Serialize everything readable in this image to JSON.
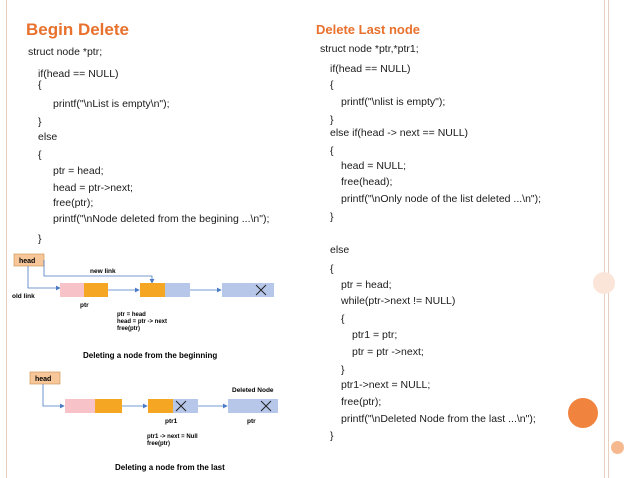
{
  "left": {
    "title": "Begin Delete",
    "code": [
      {
        "text": "struct node *ptr;",
        "indent": 0
      },
      {
        "text": "if(head == NULL)",
        "indent": 1
      },
      {
        "text": "{",
        "indent": 1
      },
      {
        "text": "printf(\"\\nList is empty\\n\");",
        "indent": 2
      },
      {
        "text": "}",
        "indent": 1
      },
      {
        "text": "else",
        "indent": 1
      },
      {
        "text": "{",
        "indent": 1
      },
      {
        "text": "ptr = head;",
        "indent": 2
      },
      {
        "text": "head = ptr->next;",
        "indent": 2
      },
      {
        "text": "free(ptr);",
        "indent": 2
      },
      {
        "text": "printf(\"\\nNode deleted from the begining ...\\n\");",
        "indent": 2
      },
      {
        "text": "}",
        "indent": 1
      }
    ]
  },
  "right": {
    "title": "Delete Last node",
    "code": [
      {
        "text": "struct node *ptr,*ptr1;",
        "indent": 0
      },
      {
        "text": "if(head == NULL)",
        "indent": 1
      },
      {
        "text": "{",
        "indent": 1
      },
      {
        "text": "printf(\"\\nlist is empty\");",
        "indent": 2
      },
      {
        "text": "}",
        "indent": 1
      },
      {
        "text": "else if(head -> next == NULL)",
        "indent": 1
      },
      {
        "text": "{",
        "indent": 1
      },
      {
        "text": "head = NULL;",
        "indent": 2
      },
      {
        "text": "free(head);",
        "indent": 2
      },
      {
        "text": "printf(\"\\nOnly node of the list deleted ...\\n\");",
        "indent": 2
      },
      {
        "text": "}",
        "indent": 1
      },
      {
        "text": "",
        "indent": 1
      },
      {
        "text": "else",
        "indent": 1
      },
      {
        "text": "{",
        "indent": 1
      },
      {
        "text": "ptr = head;",
        "indent": 2
      },
      {
        "text": "while(ptr->next != NULL)",
        "indent": 2
      },
      {
        "text": "{",
        "indent": 2
      },
      {
        "text": "ptr1 = ptr;",
        "indent": 3
      },
      {
        "text": "ptr = ptr ->next;",
        "indent": 3
      },
      {
        "text": "}",
        "indent": 2
      },
      {
        "text": "ptr1->next = NULL;",
        "indent": 2
      },
      {
        "text": "free(ptr);",
        "indent": 2
      },
      {
        "text": "printf(\"\\nDeleted Node from the last ...\\n\");",
        "indent": 2
      },
      {
        "text": "}",
        "indent": 1
      }
    ]
  },
  "diagram1": {
    "head_label": "head",
    "new_link_label": "new link",
    "old_link_label": "old link",
    "ptr_label": "ptr",
    "code_lines": [
      "ptr = head",
      "head = ptr -> next",
      "free(ptr)"
    ],
    "caption": "Deleting a node from the beginning"
  },
  "diagram2": {
    "head_label": "head",
    "deleted_node_label": "Deleted Node",
    "ptr1_label": "ptr1",
    "ptr_label": "ptr",
    "code_lines": [
      "ptr1 -> next = Null",
      "free(ptr)"
    ],
    "caption": "Deleting a node from the last"
  },
  "colors": {
    "accent": "#e8712d",
    "node_pink": "#f7c3c8",
    "node_orange": "#f5a623",
    "node_blue": "#b7c7ea",
    "head_box": "#f7c79a"
  }
}
